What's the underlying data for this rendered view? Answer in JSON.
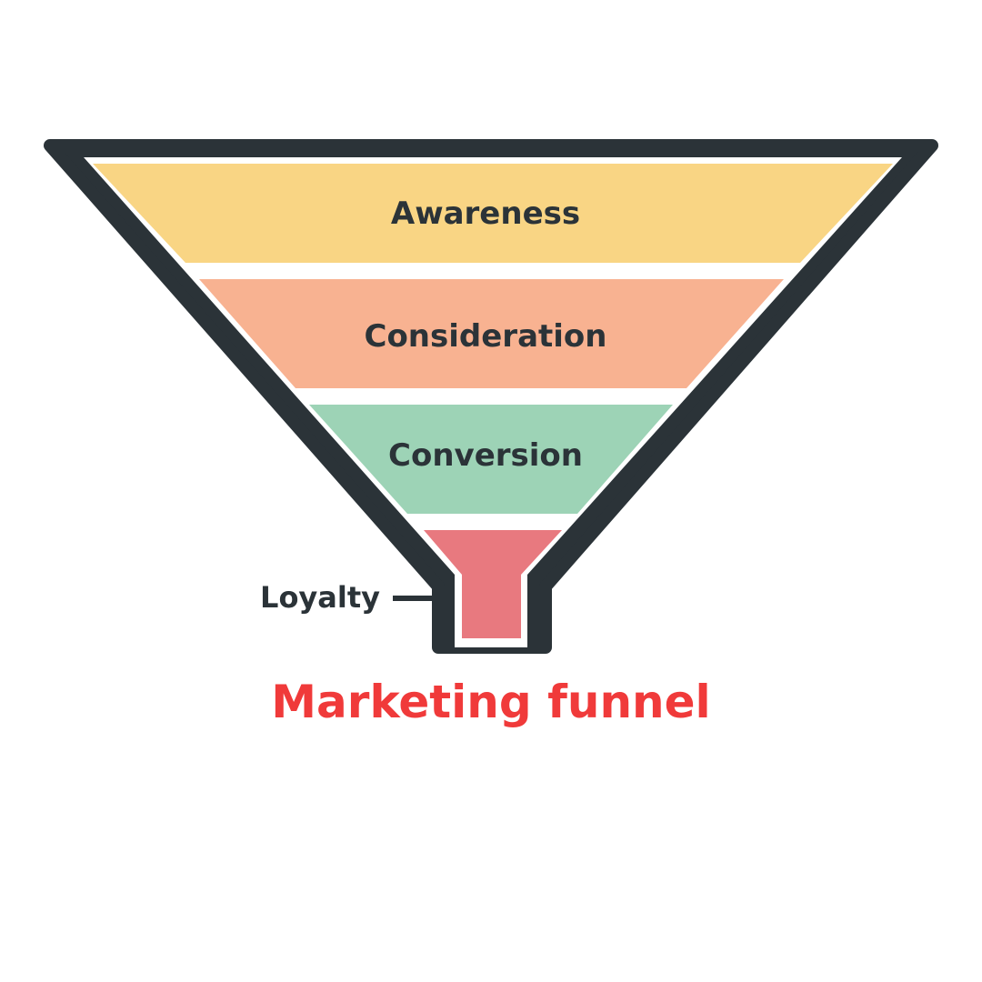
{
  "diagram": {
    "stages": [
      {
        "label": "Awareness",
        "color": "#f9d584"
      },
      {
        "label": "Consideration",
        "color": "#f8b291"
      },
      {
        "label": "Conversion",
        "color": "#9dd3b6"
      },
      {
        "label": "",
        "color": "#e8797f"
      }
    ],
    "side_label": "Loyalty",
    "outline_color": "#2b3338",
    "caption": "Marketing funnel",
    "caption_color": "#f03a3a"
  }
}
